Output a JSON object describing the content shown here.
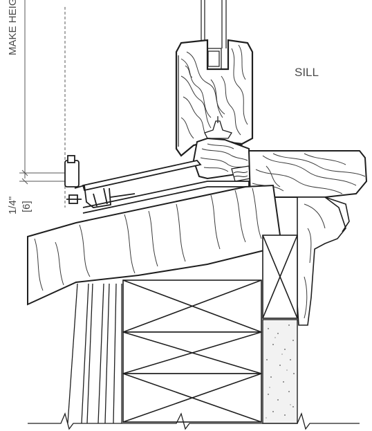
{
  "labels": {
    "sill": "SILL",
    "make_height": "MAKE HEIGHT",
    "dimension_imperial": "1/4\"",
    "dimension_metric": "[6]"
  },
  "colors": {
    "line": "#2a2a2a",
    "wood_grain": "#3a3a3a",
    "glass_fill": "#ffffff",
    "hatch_dark": "#333333",
    "concrete_fill": "#f2f2f2",
    "label_text": "#4a4a4a"
  }
}
